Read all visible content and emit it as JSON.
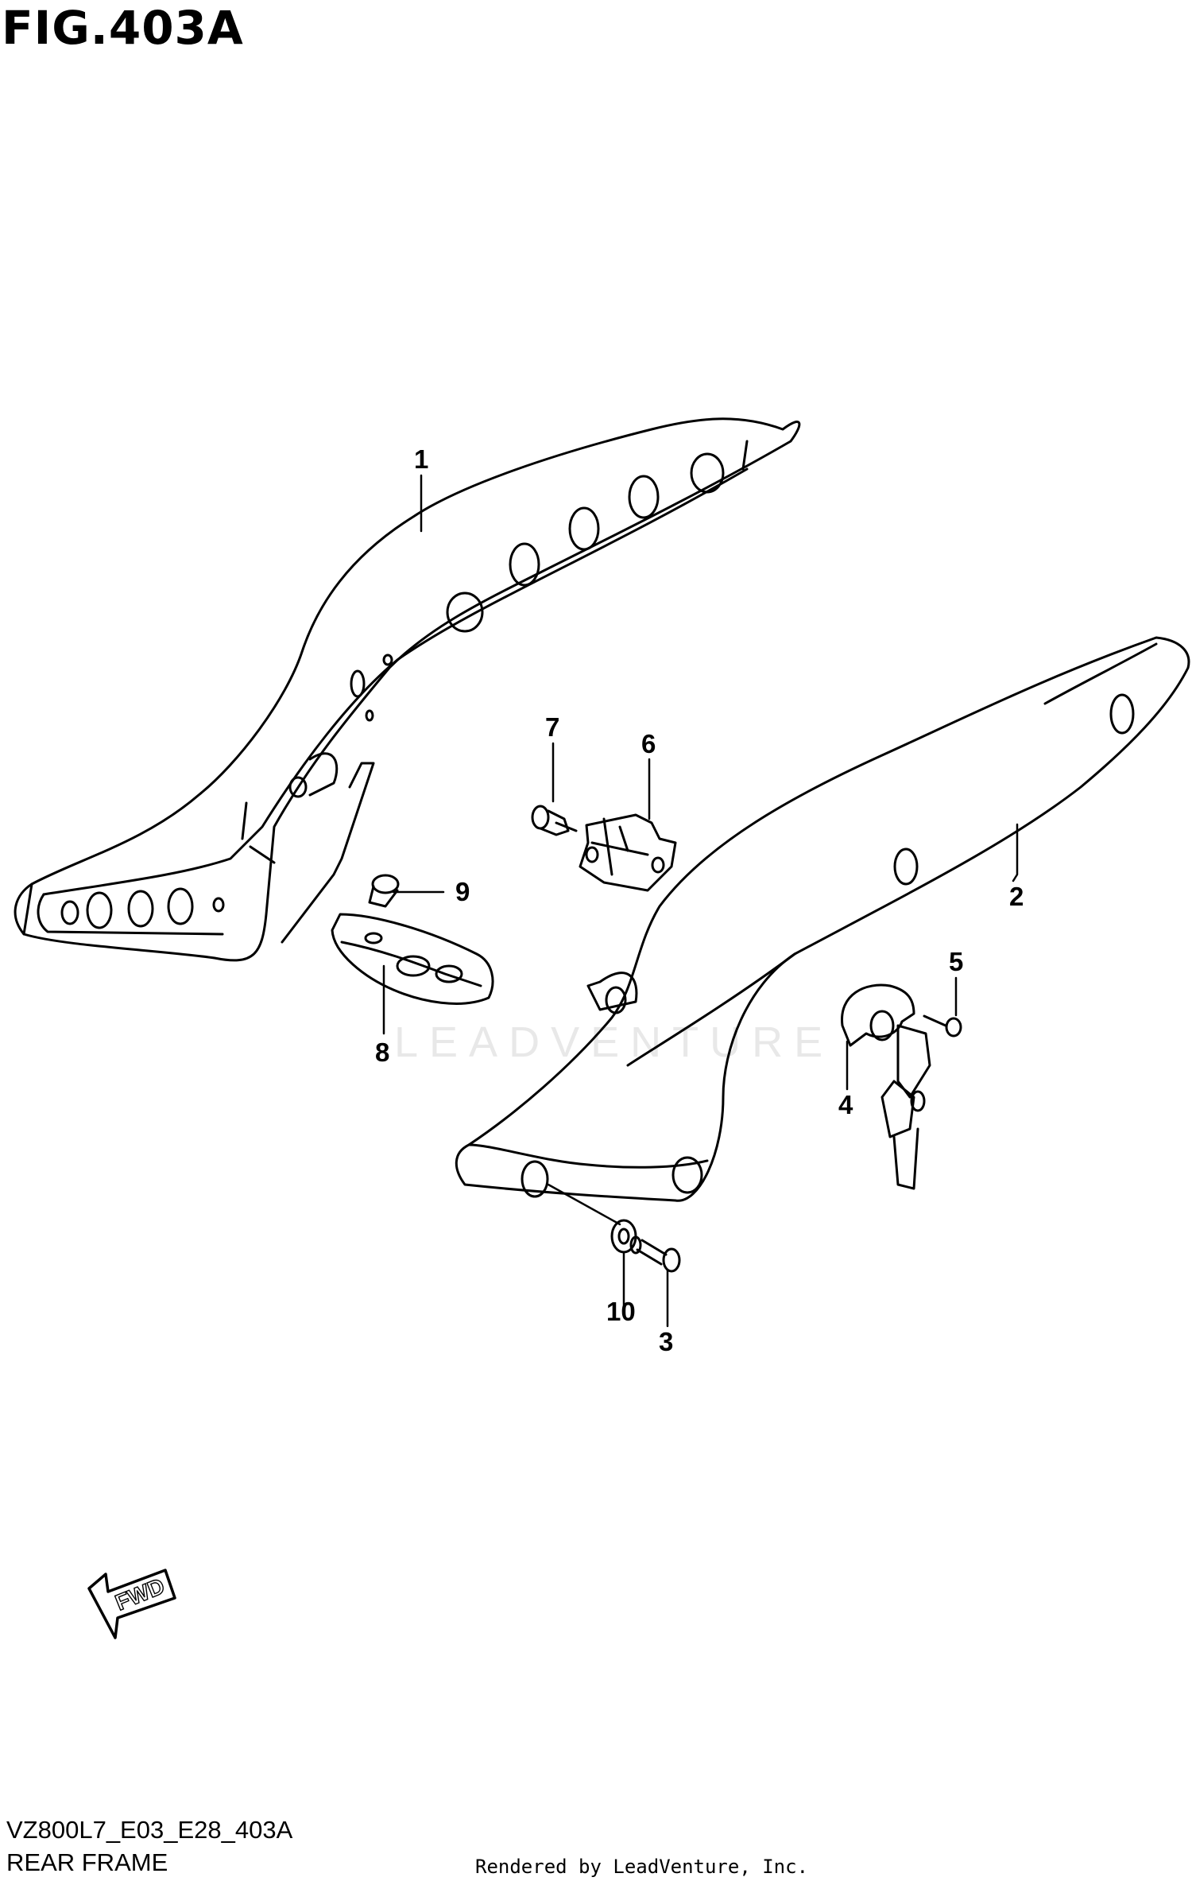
{
  "figure": {
    "title": "FIG.403A",
    "code": "VZ800L7_E03_E28_403A",
    "subtitle": "REAR FRAME",
    "rendered_by": "Rendered by LeadVenture, Inc.",
    "watermark": "LEADVENTURE"
  },
  "callouts": [
    "1",
    "2",
    "3",
    "4",
    "5",
    "6",
    "7",
    "8",
    "9",
    "10"
  ],
  "direction_marker": "FWD"
}
